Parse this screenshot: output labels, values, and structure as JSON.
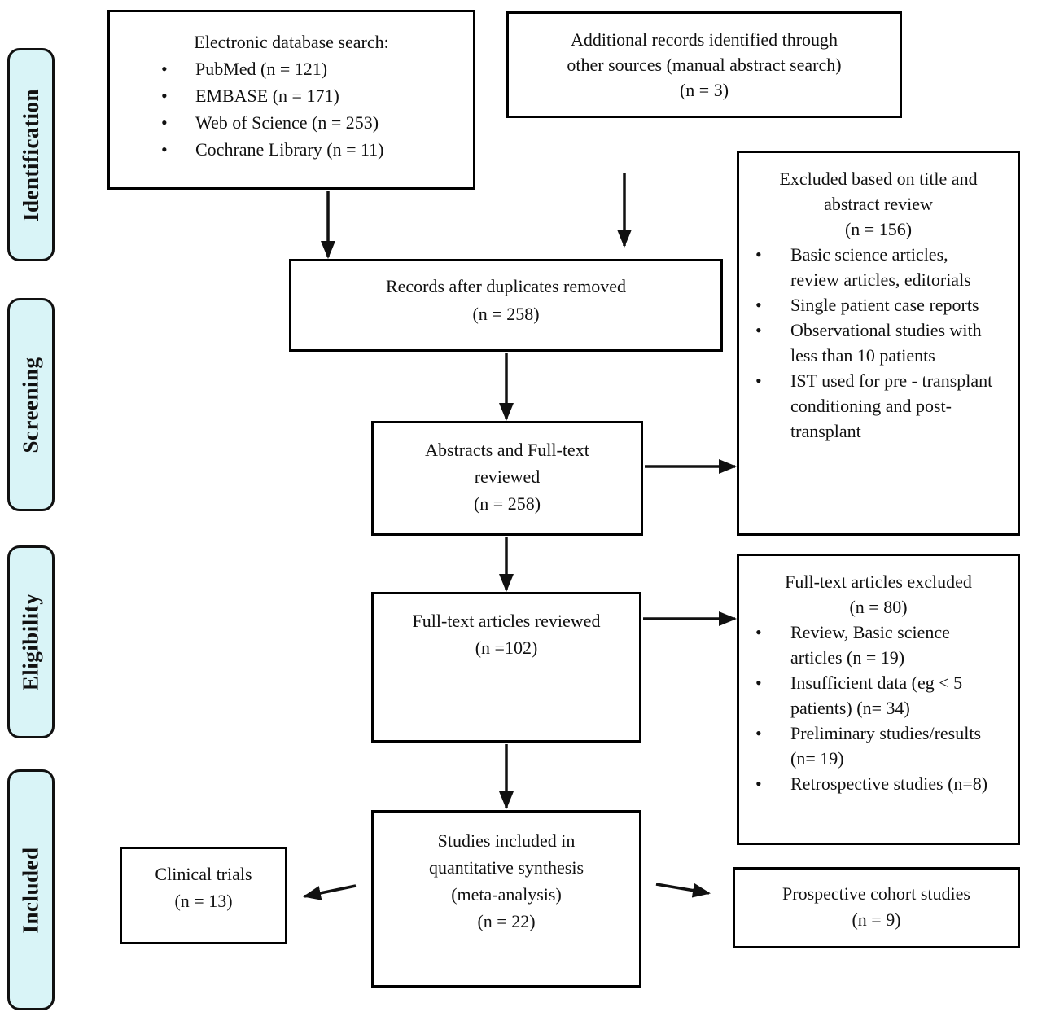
{
  "diagram": {
    "type": "prisma-flow",
    "colors": {
      "stage_fill": "#d9f4f7",
      "box_border": "#000000",
      "arrow": "#111111",
      "background": "#ffffff"
    },
    "stages": [
      {
        "label": "Identification"
      },
      {
        "label": "Screening"
      },
      {
        "label": "Eligibility"
      },
      {
        "label": "Included"
      }
    ],
    "boxes": {
      "db_search": {
        "title": "Electronic database search:",
        "items": [
          "PubMed (n = 121)",
          "EMBASE (n = 171)",
          "Web of Science (n = 253)",
          "Cochrane Library (n = 11)"
        ]
      },
      "additional_records": {
        "lines": [
          "Additional records identified through",
          "other sources (manual abstract search)",
          "(n = 3)"
        ]
      },
      "duplicates_removed": {
        "lines": [
          "Records after duplicates removed",
          "(n = 258)"
        ]
      },
      "excluded_title_abstract": {
        "title_lines": [
          "Excluded based on title and",
          "abstract review",
          "(n = 156)"
        ],
        "items": [
          "Basic science articles, review articles, editorials",
          "Single patient case reports",
          "Observational studies with less than 10 patients",
          "IST used for pre - transplant conditioning and post-transplant"
        ]
      },
      "abstracts_reviewed": {
        "lines": [
          "Abstracts and Full-text",
          "reviewed",
          "(n = 258)"
        ]
      },
      "fulltext_reviewed": {
        "lines": [
          "Full-text articles reviewed",
          "(n =102)"
        ]
      },
      "fulltext_excluded": {
        "title_lines": [
          "Full-text articles excluded",
          "(n = 80)"
        ],
        "items": [
          "Review, Basic science articles (n = 19)",
          "Insufficient data (eg < 5 patients) (n= 34)",
          "Preliminary studies/results (n= 19)",
          "Retrospective studies (n=8)"
        ]
      },
      "quantitative_synthesis": {
        "lines": [
          "Studies included in",
          "quantitative synthesis",
          "(meta-analysis)",
          "(n = 22)"
        ]
      },
      "clinical_trials": {
        "lines": [
          "Clinical trials",
          "(n = 13)"
        ]
      },
      "prospective_cohort": {
        "lines": [
          "Prospective cohort studies",
          "(n = 9)"
        ]
      }
    }
  }
}
